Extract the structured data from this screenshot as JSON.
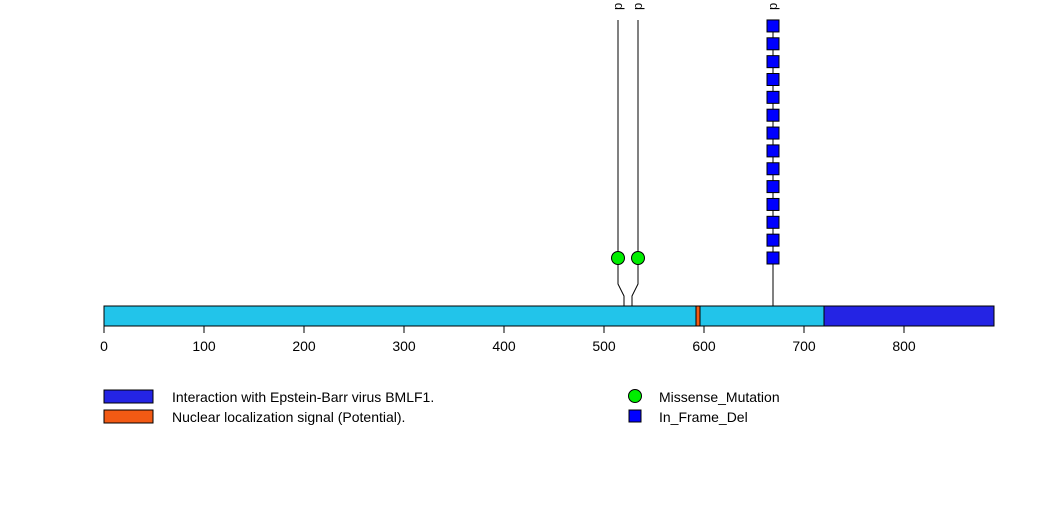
{
  "chart_data": {
    "type": "lollipop",
    "protein_length": 890,
    "xlim": [
      0,
      890
    ],
    "x_ticks": [
      0,
      100,
      200,
      300,
      400,
      500,
      600,
      700,
      800
    ],
    "backbone_color": "#22c4ea",
    "domains": [
      {
        "name": "Nuclear localization signal (Potential).",
        "start": 592,
        "end": 596,
        "color": "#f25a14"
      },
      {
        "name": "Interaction with Epstein-Barr virus BMLF1.",
        "start": 720,
        "end": 890,
        "color": "#2424e4"
      }
    ],
    "mutations": [
      {
        "position": 520,
        "type": "Missense_Mutation",
        "count": 1,
        "label": "p"
      },
      {
        "position": 528,
        "type": "Missense_Mutation",
        "count": 1,
        "label": "p"
      },
      {
        "position": 669,
        "type": "In_Frame_Del",
        "count": 14,
        "label": "p"
      }
    ],
    "legend": {
      "domains": [
        {
          "label": "Interaction with Epstein-Barr virus BMLF1.",
          "color": "#2424e4"
        },
        {
          "label": "Nuclear localization signal (Potential).",
          "color": "#f25a14"
        }
      ],
      "mutation_types": [
        {
          "label": "Missense_Mutation",
          "shape": "circle",
          "color": "#00ee00"
        },
        {
          "label": "In_Frame_Del",
          "shape": "square",
          "color": "#0000ff"
        }
      ]
    }
  }
}
